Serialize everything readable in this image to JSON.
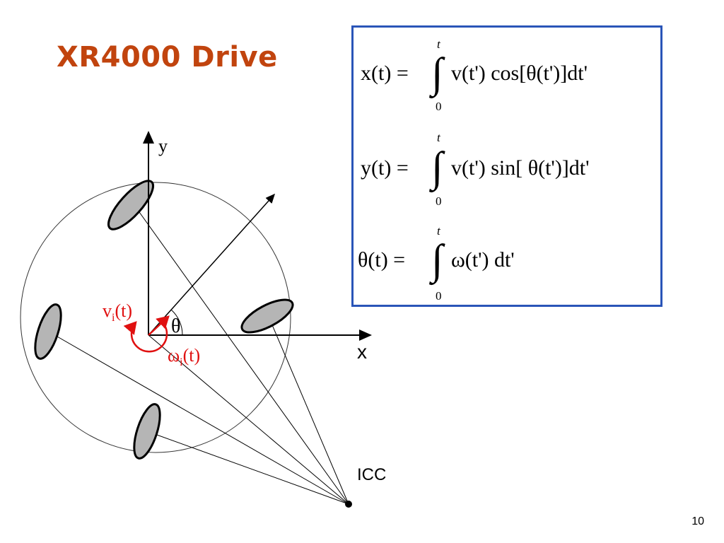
{
  "slide": {
    "title": "XR4000 Drive",
    "page_number": "10"
  },
  "equations": {
    "x_lhs": "x(t) =",
    "x_rhs": "v(t')  cos[θ(t')]dt'",
    "y_lhs": "y(t) =",
    "y_rhs": "v(t')  sin[ θ(t')]dt'",
    "theta_lhs": "θ(t) =",
    "theta_rhs": "ω(t') dt'",
    "upper_limit": "t",
    "lower_limit": "0"
  },
  "diagram": {
    "y_axis_label": "y",
    "x_axis_label": "x",
    "theta_label": "θ",
    "velocity_label": "v",
    "velocity_sub": "i",
    "velocity_arg": "(t)",
    "omega_label": "ω",
    "omega_sub": "i",
    "omega_arg": "(t)",
    "icc_label": "ICC"
  },
  "colors": {
    "title": "#c1440e",
    "box_border": "#2a55b8",
    "annotation_red": "#e01010",
    "wheel_fill": "#b5b5b5"
  }
}
